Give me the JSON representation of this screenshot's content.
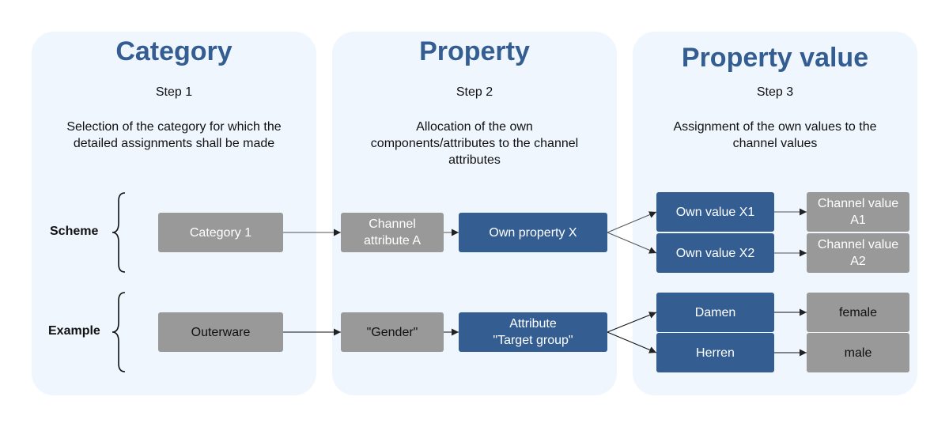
{
  "colors": {
    "panel_bg": "#eff6fe",
    "title": "#345d91",
    "gray_box": "#999999",
    "blue_box": "#345d91"
  },
  "panels": [
    {
      "title": "Category",
      "step": "Step 1",
      "description": "Selection of the category for which the detailed assignments shall be made"
    },
    {
      "title": "Property",
      "step": "Step 2",
      "description": "Allocation of the own components/attributes to the channel attributes"
    },
    {
      "title": "Property value",
      "step": "Step 3",
      "description": "Assignment of the own values to the channel values"
    }
  ],
  "rows": {
    "scheme": {
      "label": "Scheme",
      "category": "Category 1",
      "channel_attribute": "Channel\nattribute A",
      "own_property": "Own property X",
      "own_values": [
        "Own value X1",
        "Own value X2"
      ],
      "channel_values": [
        "Channel value\nA1",
        "Channel value\nA2"
      ]
    },
    "example": {
      "label": "Example",
      "category": "Outerware",
      "channel_attribute": "\"Gender\"",
      "own_property": "Attribute\n\"Target group\"",
      "own_values": [
        "Damen",
        "Herren"
      ],
      "channel_values": [
        "female",
        "male"
      ]
    }
  }
}
